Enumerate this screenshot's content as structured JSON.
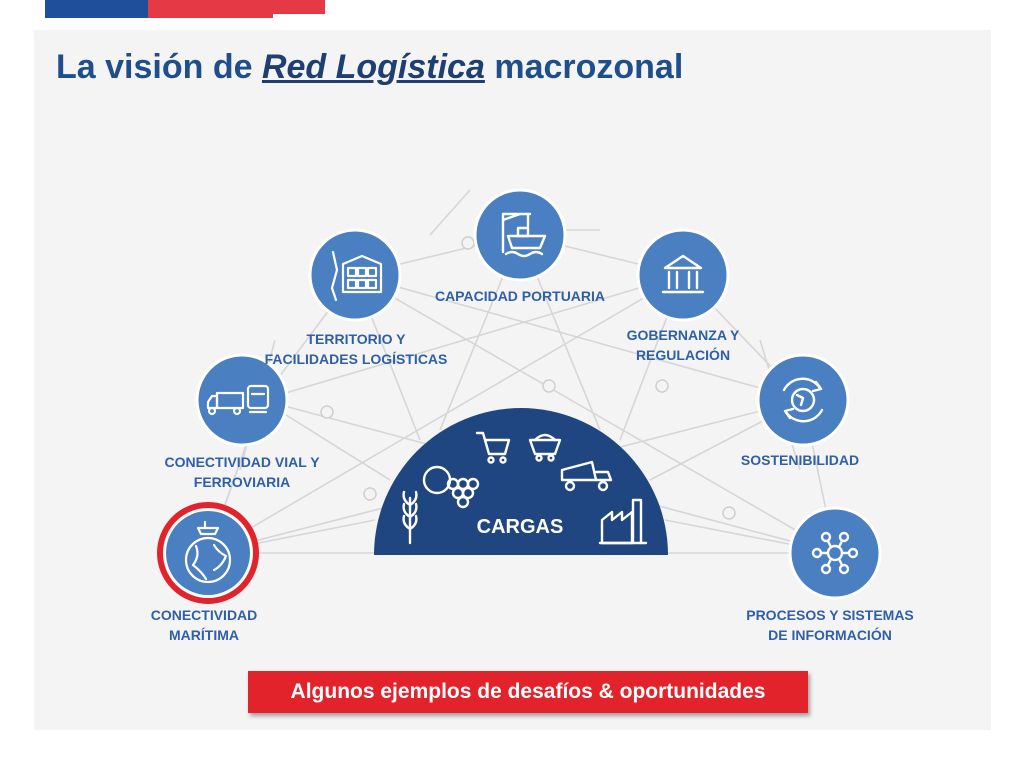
{
  "title": {
    "prefix": "La visión de",
    "emphasis": "Red Logística",
    "suffix": "macrozonal"
  },
  "center": {
    "label": "CARGAS"
  },
  "nodes": [
    {
      "id": "maritima",
      "line1": "CONECTIVIDAD",
      "line2": "MARÍTIMA",
      "icon": "globe-ship-icon",
      "highlighted": true
    },
    {
      "id": "vial",
      "line1": "CONECTIVIDAD VIAL Y",
      "line2": "FERROVIARIA",
      "icon": "truck-train-icon"
    },
    {
      "id": "territorio",
      "line1": "TERRITORIO Y",
      "line2": "FACILIDADES LOGÍSTICAS",
      "icon": "map-warehouse-icon"
    },
    {
      "id": "portuaria",
      "line1": "CAPACIDAD PORTUARIA",
      "icon": "crane-ship-icon"
    },
    {
      "id": "gobernanza",
      "line1": "GOBERNANZA Y",
      "line2": "REGULACIÓN",
      "icon": "institution-icon"
    },
    {
      "id": "sostenibilidad",
      "line1": "SOSTENIBILIDAD",
      "icon": "recycle-globe-icon"
    },
    {
      "id": "procesos",
      "line1": "PROCESOS Y SISTEMAS",
      "line2": "DE INFORMACIÓN",
      "icon": "network-hub-icon"
    }
  ],
  "cta": {
    "label": "Algunos ejemplos de desafíos & oportunidades"
  },
  "colors": {
    "node": "#4a7fc1",
    "semicircle": "#1f4680",
    "highlight_ring": "#e2232b",
    "label": "#2f5fa7",
    "title": "#1f4e8c",
    "cta": "#e2232b"
  }
}
